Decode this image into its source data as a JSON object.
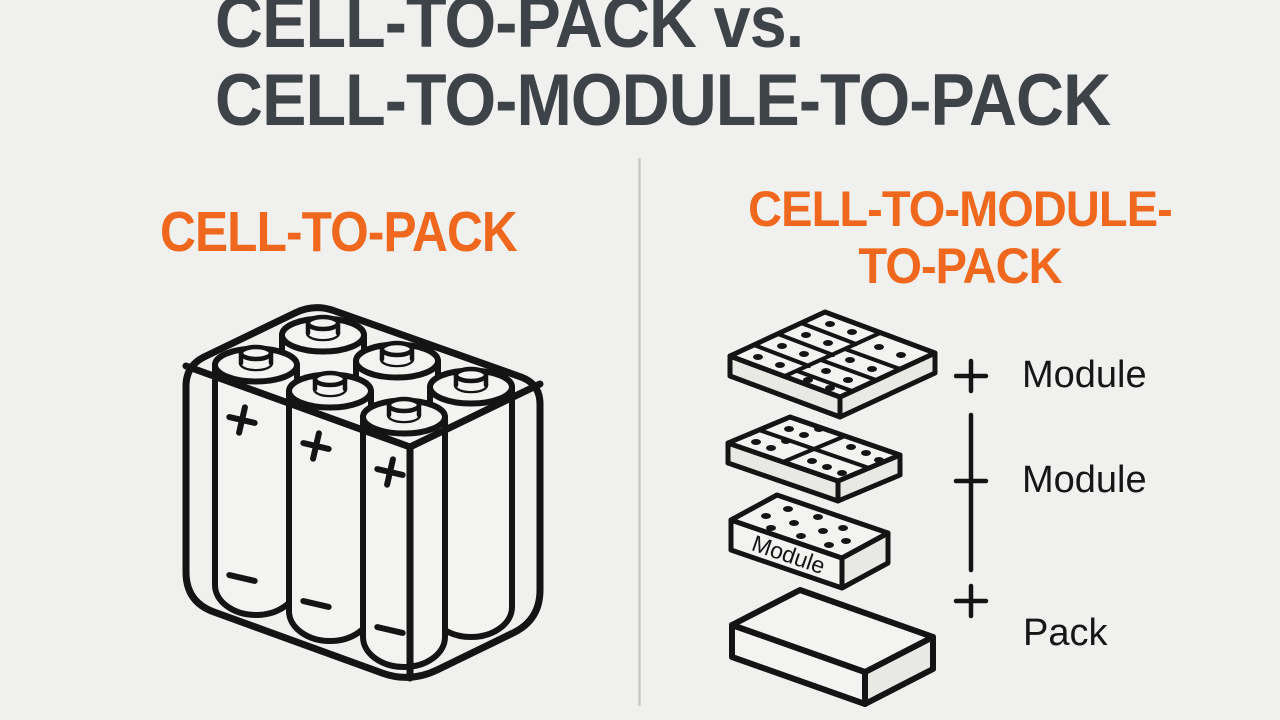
{
  "title": {
    "line1": "CELL-TO-PACK vs.",
    "line2": "CELL-TO-MODULE-TO-PACK"
  },
  "left_panel": {
    "heading": "CELL-TO-PACK",
    "illustration": "battery-pack-of-six-cylindrical-cells"
  },
  "right_panel": {
    "heading_line1": "CELL-TO-MODULE-",
    "heading_line2": "TO-PACK",
    "module_box_label": "Module",
    "stack_labels": [
      "Module",
      "Module",
      "Pack"
    ]
  },
  "icons": {
    "plus-icon": "+",
    "minus-icon": "−"
  },
  "colors": {
    "background": "#f0f0ee",
    "title_text": "#3e434a",
    "accent_orange": "#f0681d",
    "line_art": "#141414",
    "divider": "#c9c9c9",
    "slab_side": "#e8e8e5"
  }
}
